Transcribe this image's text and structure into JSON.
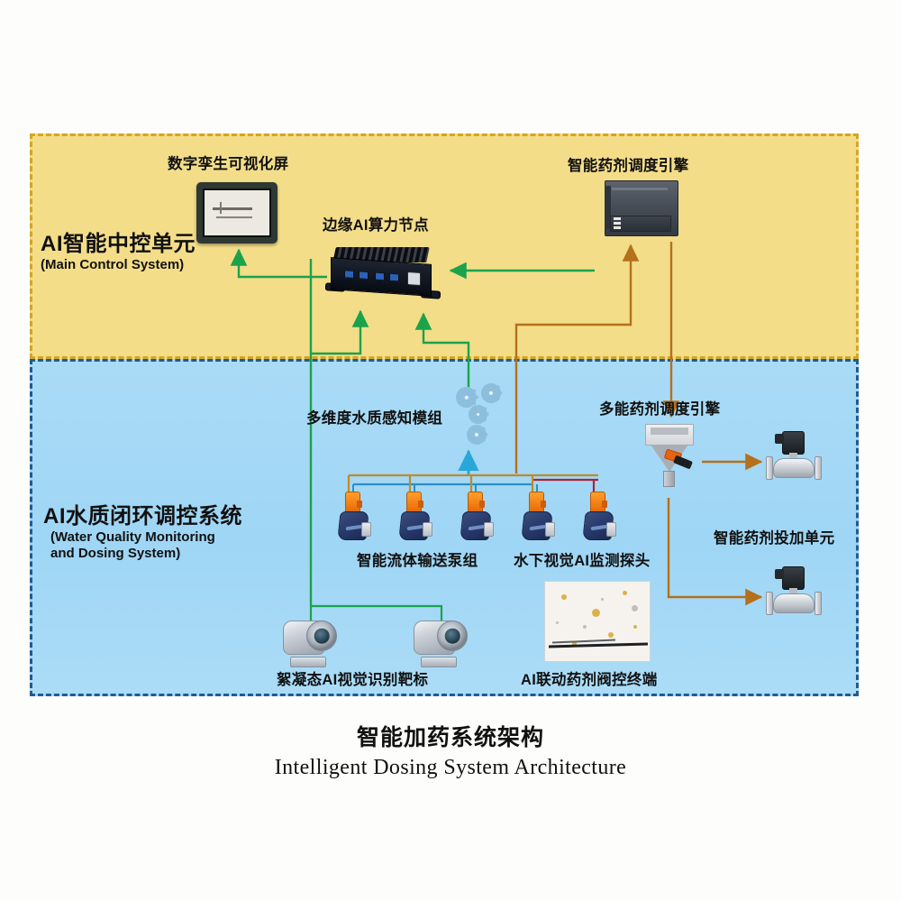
{
  "figure": {
    "title_cn": "智能加药系统架构",
    "title_en": "Intelligent Dosing System Architecture"
  },
  "colors": {
    "control_panel_bg": "#f3dd88",
    "control_panel_border": "#d6a521",
    "water_panel_bg": "#a9dbf6",
    "water_panel_border": "#1c5d93",
    "green_link": "#1aa34a",
    "orange_link": "#b5701b",
    "cyan_link": "#27a8d8",
    "red_link": "#a8243c"
  },
  "zones": [
    {
      "id": "control",
      "name_cn": "AI智能中控单元",
      "name_en": "(Main Control System)"
    },
    {
      "id": "water",
      "name_cn": "AI水质闭环调控系统",
      "name_en_line1": "(Water Quality Monitoring",
      "name_en_line2": "and Dosing System)"
    }
  ],
  "devices": [
    {
      "id": "hmi",
      "label": "数字孪生可视化屏",
      "icon": "hmi-display-icon",
      "zone": "control"
    },
    {
      "id": "edge",
      "label": "边缘AI算力节点",
      "icon": "edge-computer-icon",
      "zone": "control"
    },
    {
      "id": "plc",
      "label": "智能药剂调度引擎",
      "icon": "plc-controller-icon",
      "zone": "control"
    },
    {
      "id": "sensors",
      "label": "多维度水质感知模组",
      "icon": "gear-cluster-icon",
      "zone": "water"
    },
    {
      "id": "feeder",
      "label": "多能药剂调度引擎",
      "icon": "hopper-feeder-icon",
      "zone": "water"
    },
    {
      "id": "pumps",
      "label": "智能流体输送泵组",
      "icon": "dosing-pump-icon",
      "zone": "water"
    },
    {
      "id": "probe",
      "label": "水下视觉AI监测探头",
      "icon": "underwater-probe-icon",
      "zone": "water"
    },
    {
      "id": "valves",
      "label": "智能药剂投加单元",
      "icon": "solenoid-valve-icon",
      "zone": "water"
    },
    {
      "id": "targets",
      "label": "絮凝态AI视觉识别靶标",
      "icon": "camera-target-icon",
      "zone": "water"
    },
    {
      "id": "terminal",
      "label": "AI联动药剂阀控终端",
      "icon": "floc-micrograph-icon",
      "zone": "water"
    }
  ],
  "pump_count": 5,
  "valve_count": 2,
  "camera_count": 2
}
